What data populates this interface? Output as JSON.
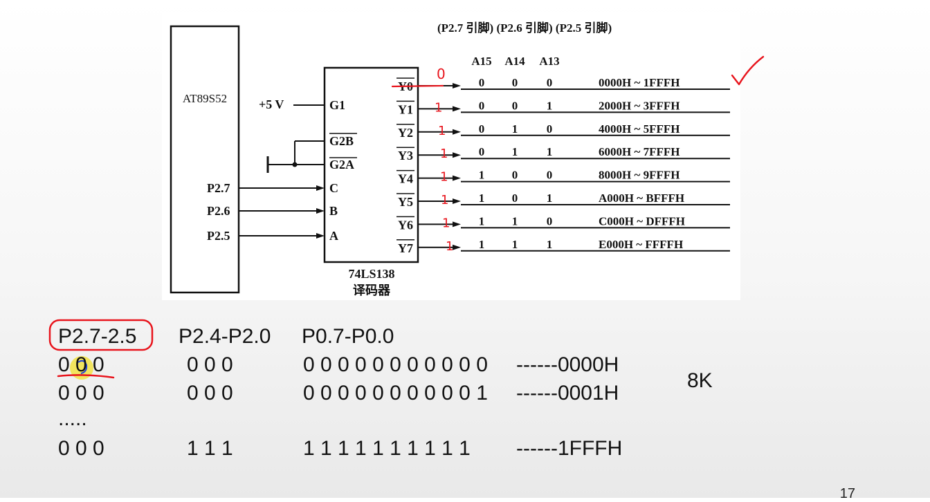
{
  "diagram": {
    "header": "(P2.7 引脚) (P2.6 引脚) (P2.5 引脚)",
    "mcu_label": "AT89S52",
    "port_labels": [
      "P2.7",
      "P2.6",
      "P2.5"
    ],
    "vcc_label": "+5 V",
    "decoder_inputs": [
      "G1",
      "G2B",
      "G2A",
      "C",
      "B",
      "A"
    ],
    "decoder_outputs": [
      "Y0",
      "Y1",
      "Y2",
      "Y3",
      "Y4",
      "Y5",
      "Y6",
      "Y7"
    ],
    "decoder_name": "74LS138",
    "decoder_caption": "译码器",
    "addr_headers": [
      "A15",
      "A14",
      "A13"
    ],
    "rows": [
      {
        "bits": [
          "0",
          "0",
          "0"
        ],
        "range": "0000H ~ 1FFFH"
      },
      {
        "bits": [
          "0",
          "0",
          "1"
        ],
        "range": "2000H ~ 3FFFH"
      },
      {
        "bits": [
          "0",
          "1",
          "0"
        ],
        "range": "4000H ~ 5FFFH"
      },
      {
        "bits": [
          "0",
          "1",
          "1"
        ],
        "range": "6000H ~ 7FFFH"
      },
      {
        "bits": [
          "1",
          "0",
          "0"
        ],
        "range": "8000H ~ 9FFFH"
      },
      {
        "bits": [
          "1",
          "0",
          "1"
        ],
        "range": "A000H ~ BFFFH"
      },
      {
        "bits": [
          "1",
          "1",
          "0"
        ],
        "range": "C000H ~ DFFFH"
      },
      {
        "bits": [
          "1",
          "1",
          "1"
        ],
        "range": "E000H ~ FFFFH"
      }
    ],
    "annotation_zero": "0",
    "annotation_ones": [
      "1",
      "1",
      "1",
      "1",
      "1",
      "1",
      "1"
    ],
    "colors": {
      "ink": "#111111",
      "annotation": "#e8141c",
      "highlight": "#f3e23a",
      "pointer": "#1f3fd6"
    }
  },
  "table": {
    "headers": [
      "P2.7-2.5",
      "P2.4-P2.0",
      "P0.7-P0.0"
    ],
    "rows": [
      {
        "c1": "0 0 0",
        "c2": "0 0 0",
        "c3": "0 0 0 0 0 0 0 0 0 0 0",
        "addr": "------0000H"
      },
      {
        "c1": "0 0 0",
        "c2": "0 0 0",
        "c3": "0 0 0 0 0 0 0 0 0 0 1",
        "addr": "------0001H"
      },
      {
        "c1": ".....",
        "c2": "",
        "c3": "",
        "addr": ""
      },
      {
        "c1": "0 0 0",
        "c2": "1 1 1",
        "c3": "1 1 1 1 1 1 1 1 1 1",
        "addr": "------1FFFH"
      }
    ],
    "size_note": "8K"
  },
  "page_number": "17"
}
